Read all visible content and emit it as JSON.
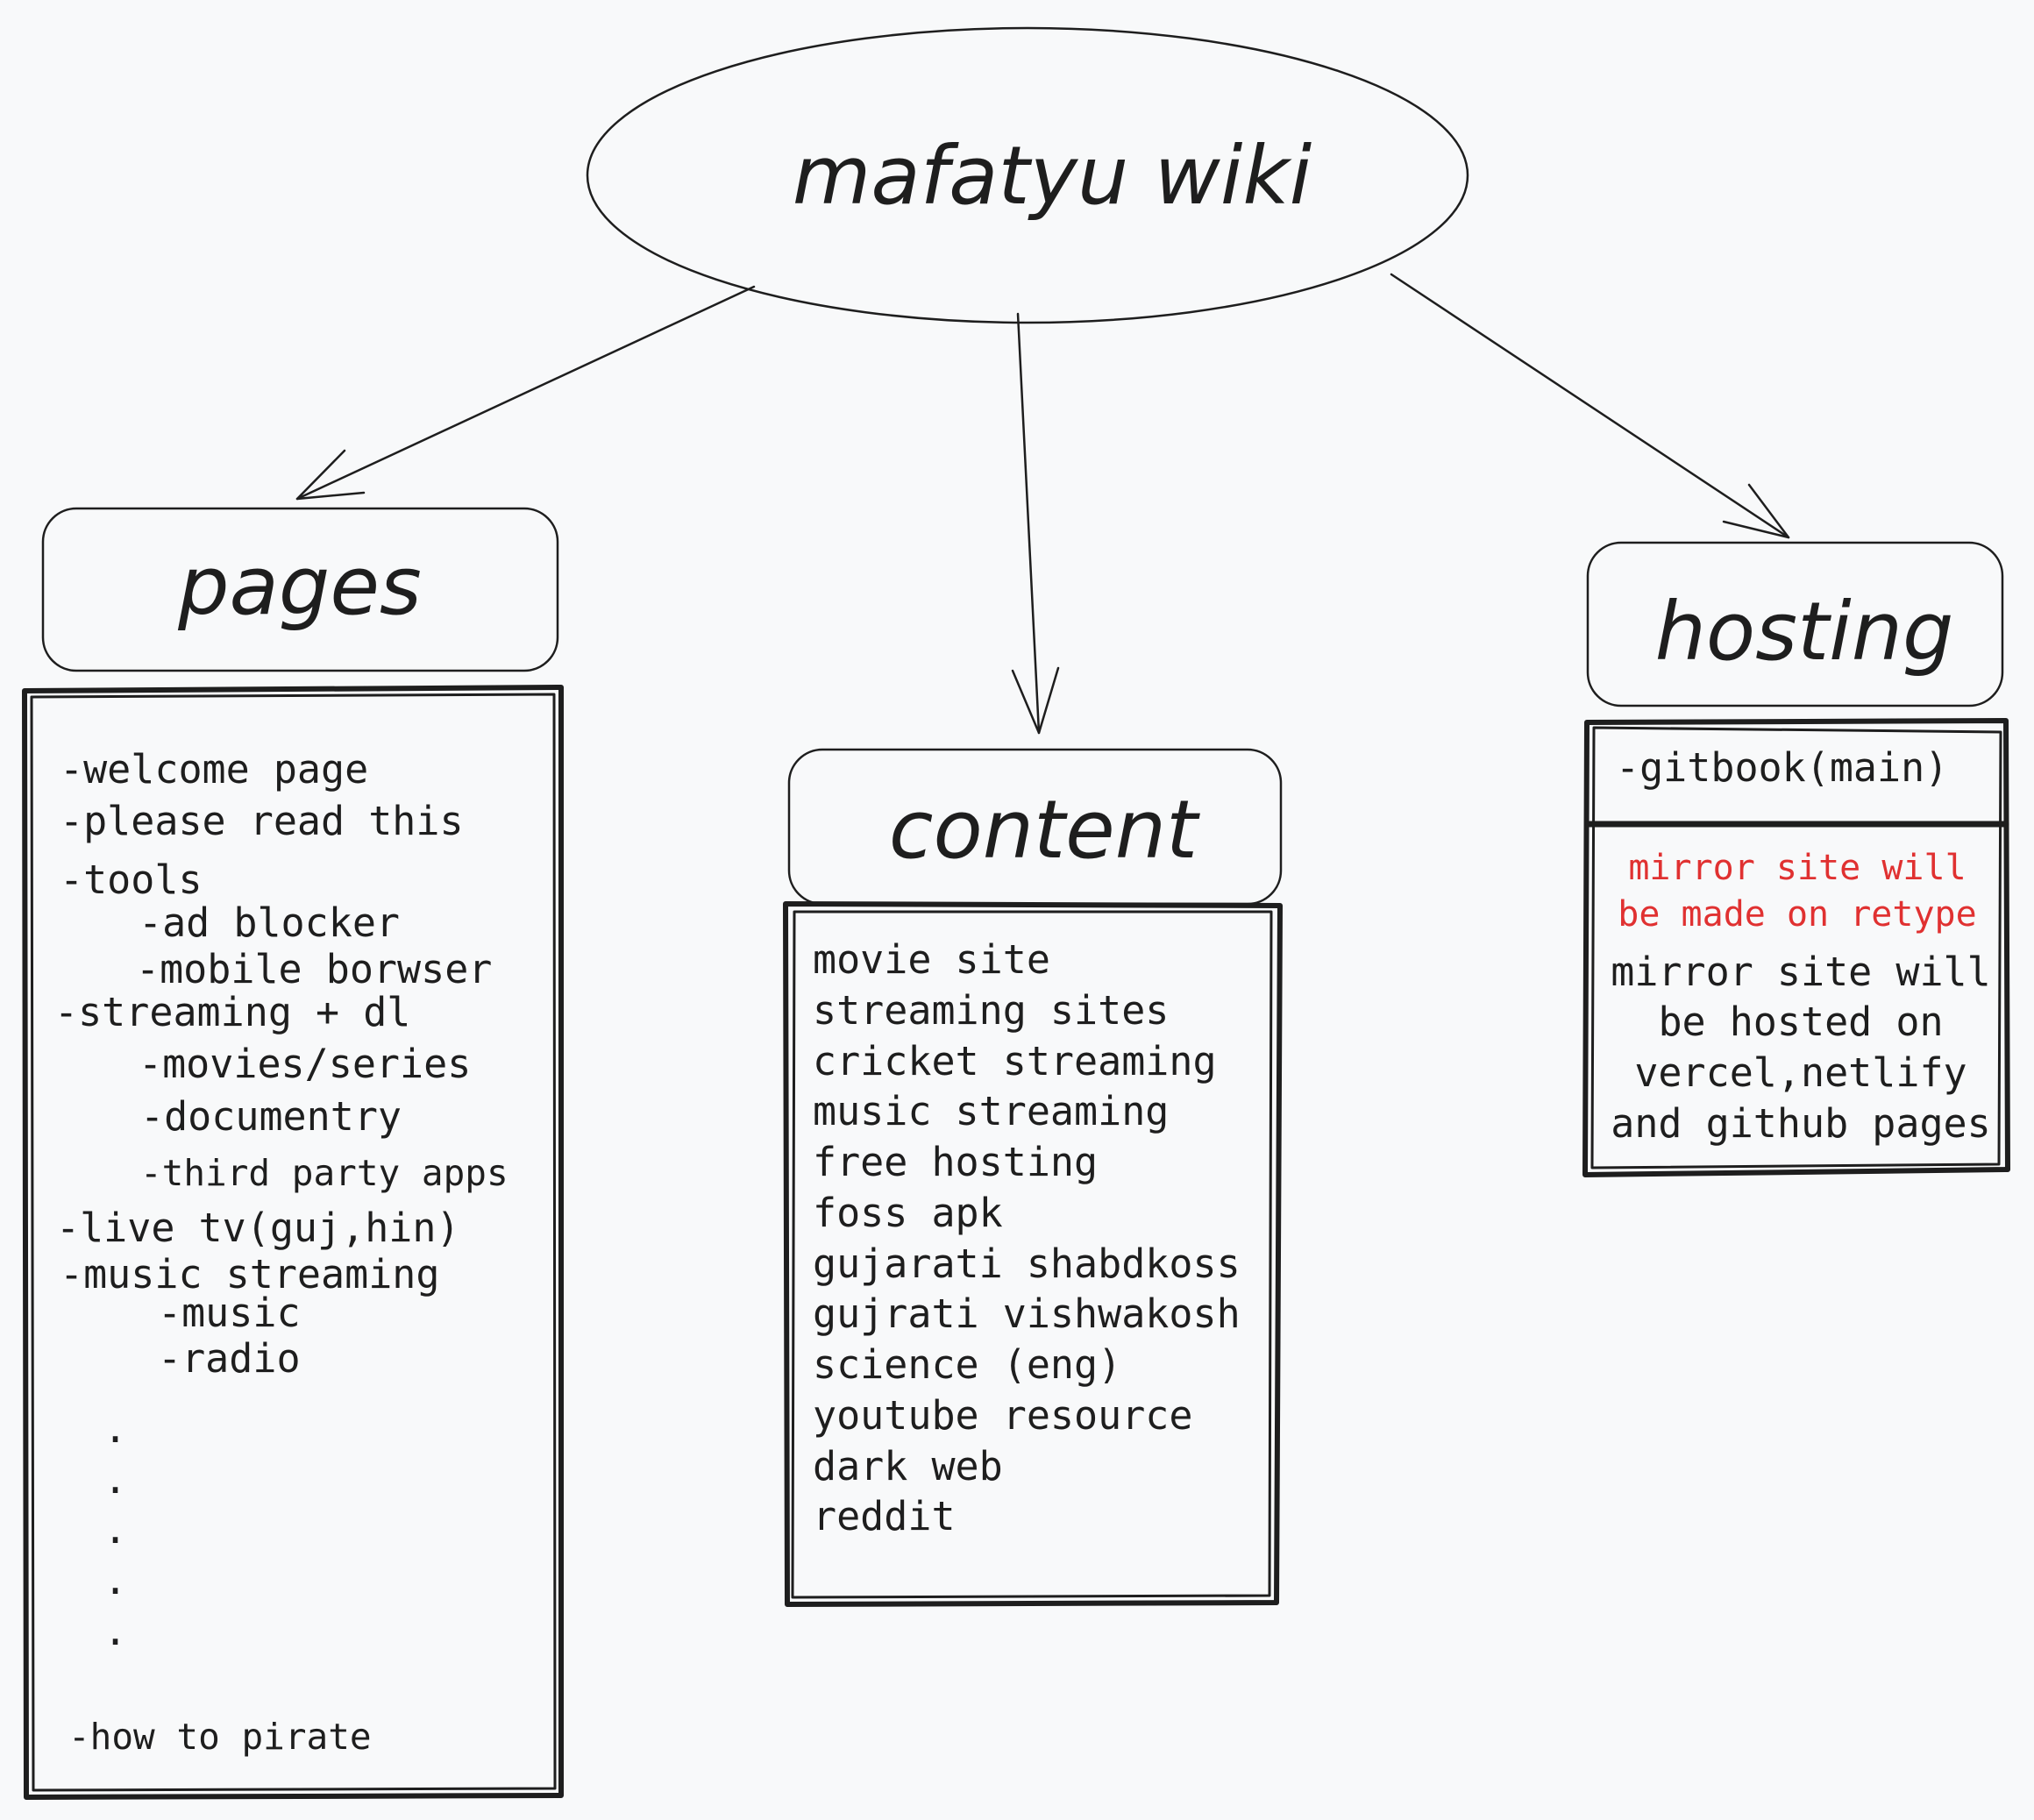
{
  "diagram": {
    "title": "mafatyu wiki",
    "colors": {
      "background": "#f8f9fa",
      "stroke": "#1e1e1e",
      "accent_red": "#e03131"
    },
    "nodes": {
      "pages": {
        "label": "pages",
        "items": [
          "-welcome page",
          "-please read this",
          "-tools",
          "-ad blocker",
          "-mobile borwser",
          "-streaming + dl",
          "-movies/series",
          "-documentry",
          "-third party apps",
          "-live tv(guj,hin)",
          "-music streaming",
          "-music",
          "-radio",
          ".",
          ".",
          ".",
          ".",
          ".",
          "-how to pirate"
        ]
      },
      "content": {
        "label": "content",
        "items": [
          "movie site",
          "streaming sites",
          "cricket streaming",
          "music streaming",
          "free hosting",
          "foss apk",
          "gujarati shabdkoss",
          "gujrati vishwakosh",
          "science (eng)",
          "youtube resource",
          "dark web",
          "reddit"
        ]
      },
      "hosting": {
        "label": "hosting",
        "main": "-gitbook(main)",
        "note_red": [
          "mirror site will",
          "be made on retype"
        ],
        "note": [
          "mirror site will",
          "be hosted on",
          "vercel,netlify",
          "and github pages"
        ]
      }
    },
    "edges": [
      {
        "from": "mafatyu wiki",
        "to": "pages"
      },
      {
        "from": "mafatyu wiki",
        "to": "content"
      },
      {
        "from": "mafatyu wiki",
        "to": "hosting"
      }
    ]
  }
}
